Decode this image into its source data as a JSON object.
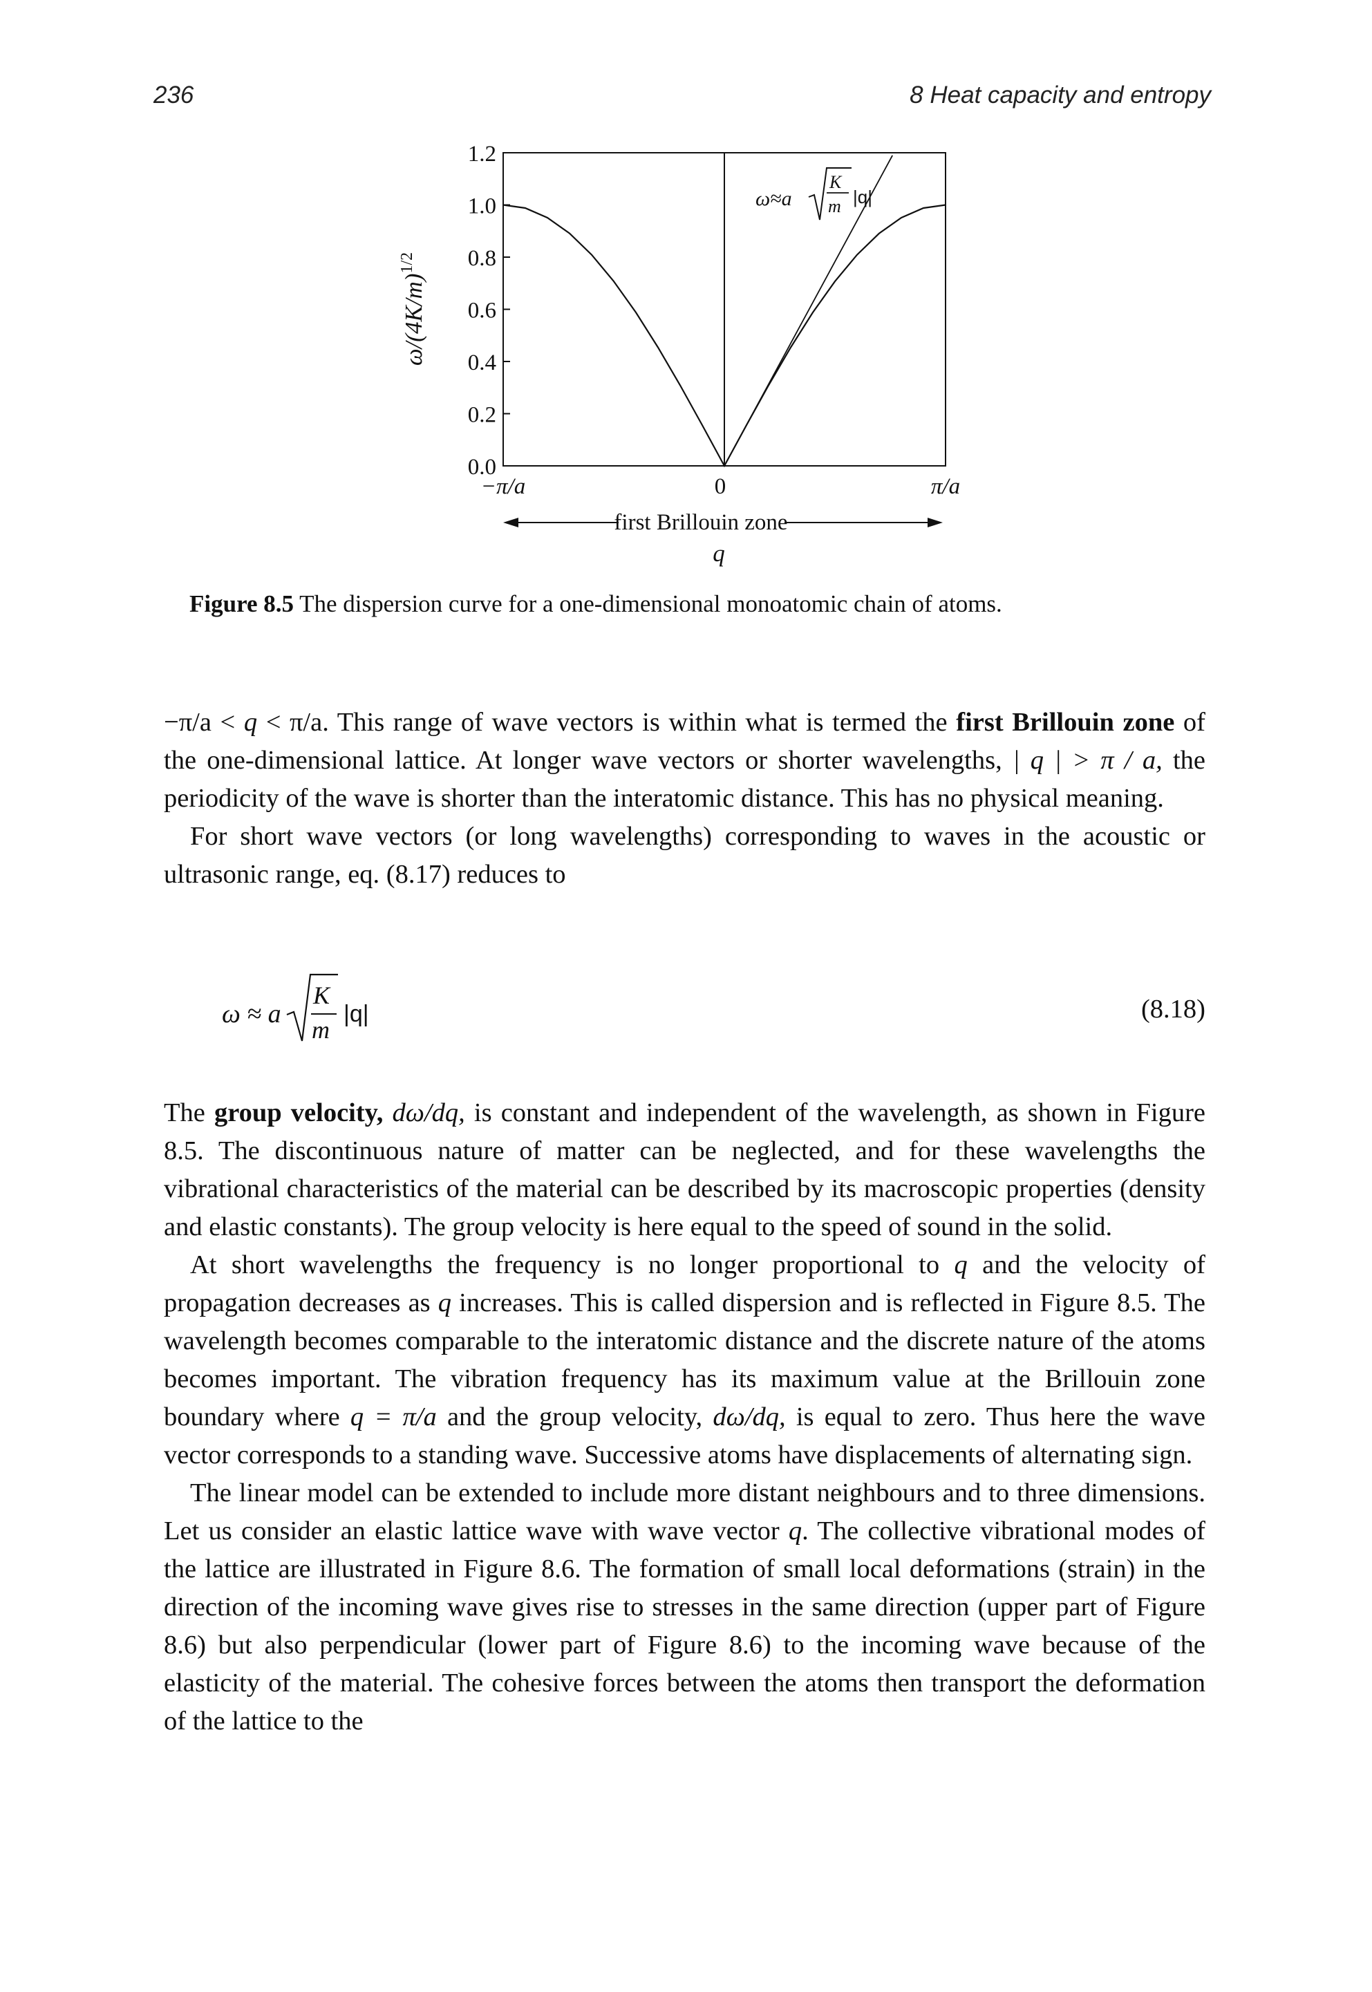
{
  "header": {
    "page_number": "236",
    "running_head": "8 Heat capacity and entropy"
  },
  "figure": {
    "ylabel": "ω/(4K/m)",
    "ylabel_exponent": "1/2",
    "y_ticks": [
      "0.0",
      "0.2",
      "0.4",
      "0.6",
      "0.8",
      "1.0",
      "1.2"
    ],
    "x_ticks": [
      "−π/a",
      "0",
      "π/a"
    ],
    "zone_label": "first Brillouin zone",
    "xlabel": "q",
    "annotation": {
      "lhs": "ω≈a",
      "sqrt_num": "K",
      "sqrt_den": "m",
      "rhs": "|q|"
    }
  },
  "chart_data": {
    "type": "line",
    "x_axis": {
      "label": "q",
      "ticks": [
        "−π/a",
        "0",
        "π/a"
      ],
      "range": [
        -1,
        1
      ],
      "unit": "π/a"
    },
    "y_axis": {
      "label": "ω/(4K/m)^1/2",
      "range": [
        0,
        1.2
      ],
      "ticks": [
        0.0,
        0.2,
        0.4,
        0.6,
        0.8,
        1.0,
        1.2
      ]
    },
    "series": [
      {
        "x": [
          -1,
          -0.9,
          -0.8,
          -0.7,
          -0.6,
          -0.5,
          -0.4,
          -0.3,
          -0.2,
          -0.1,
          0,
          0.1,
          0.2,
          0.3,
          0.4,
          0.5,
          0.6,
          0.7,
          0.8,
          0.9,
          1
        ],
        "y": [
          1.0,
          0.988,
          0.951,
          0.891,
          0.809,
          0.707,
          0.588,
          0.454,
          0.309,
          0.156,
          0.0,
          0.156,
          0.309,
          0.454,
          0.588,
          0.707,
          0.809,
          0.891,
          0.951,
          0.988,
          1.0
        ]
      },
      {
        "x": [
          0,
          0.76
        ],
        "y": [
          0,
          1.19
        ]
      }
    ],
    "grid": false,
    "annotations": [
      "ω≈a√(K/m)|q|",
      "first Brillouin zone"
    ]
  },
  "caption": {
    "label": "Figure 8.5",
    "text": "The dispersion curve for a one-dimensional monoatomic chain of atoms."
  },
  "equation": {
    "lhs": "ω ≈ a",
    "sqrt_num": "K",
    "sqrt_den": "m",
    "rhs": "|q|",
    "number": "(8.18)"
  },
  "paragraphs": {
    "p1_a": "−π/a < ",
    "p1_q": "q",
    "p1_b": " < π/a. This range of wave vectors is within what is termed the ",
    "p1_bold": "first Brillouin zone",
    "p1_c": " of the one-dimensional lattice. At longer wave vectors or shorter wavelengths, ",
    "p1_math": "| q | > π / a,",
    "p1_d": " the periodicity of the wave is shorter than the interatomic distance. This has no physical meaning.",
    "p2": "For short wave vectors (or long wavelengths) corresponding to waves in the acoustic or ultrasonic range, eq. (8.17) reduces to",
    "p3_a": "The ",
    "p3_bold": "group velocity,",
    "p3_math": " dω/dq,",
    "p3_b": " is constant and independent of the wavelength, as shown in Figure 8.5. The discontinuous nature of matter can be neglected, and for these wavelengths the vibrational characteristics of the material can be described by its macroscopic properties (density and elastic constants). The group velocity is here equal to the speed of sound in the solid.",
    "p4_a": "At short wavelengths the frequency is no longer proportional to ",
    "p4_q1": "q",
    "p4_b": " and the velocity of propagation decreases as ",
    "p4_q2": "q",
    "p4_c": " increases. This is called dispersion and is reflected in Figure 8.5. The wavelength becomes comparable to the interatomic distance and the discrete nature of the atoms becomes important. The vibration frequency has its maximum value at the Brillouin zone boundary where ",
    "p4_math1": "q = π/a",
    "p4_d": " and the group velocity, ",
    "p4_math2": "dω/dq,",
    "p4_e": " is equal to zero. Thus here the wave vector corresponds to a standing wave. Successive atoms have displacements of alternating sign.",
    "p5_a": "The linear model can be extended to include more distant neighbours and to three dimensions. Let us consider an elastic lattice wave with wave vector ",
    "p5_q": "q",
    "p5_b": ". The collective vibrational modes of the lattice are illustrated in Figure 8.6. The formation of small local deformations (strain) in the direction of the incoming wave gives rise to stresses in the same direction (upper part of Figure 8.6) but also perpendicular (lower part of Figure 8.6) to the incoming wave because of the elasticity of the material. The cohesive forces between the atoms then transport the deformation of the lattice to the"
  }
}
